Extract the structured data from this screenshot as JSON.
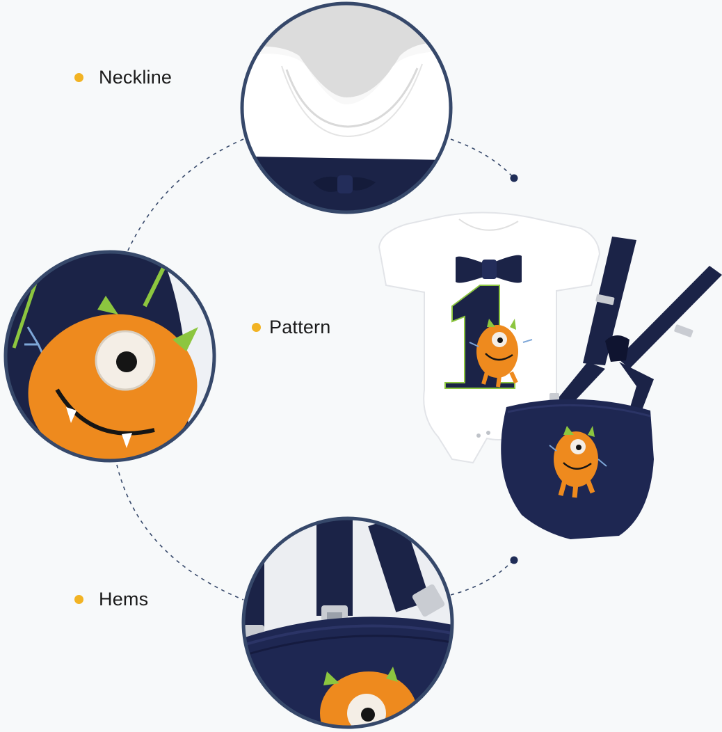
{
  "features": [
    {
      "label": "Neckline"
    },
    {
      "label": "Pattern"
    },
    {
      "label": "Hems"
    }
  ],
  "colors": {
    "bullet": "#f2b323",
    "ring": "#36486a",
    "navy": "#1b2347",
    "orange": "#ee8a1e",
    "lime": "#8cc63f",
    "background": "#f7f9fa"
  },
  "icons": [
    "bullet-dot-icon",
    "connector-dot-icon"
  ]
}
